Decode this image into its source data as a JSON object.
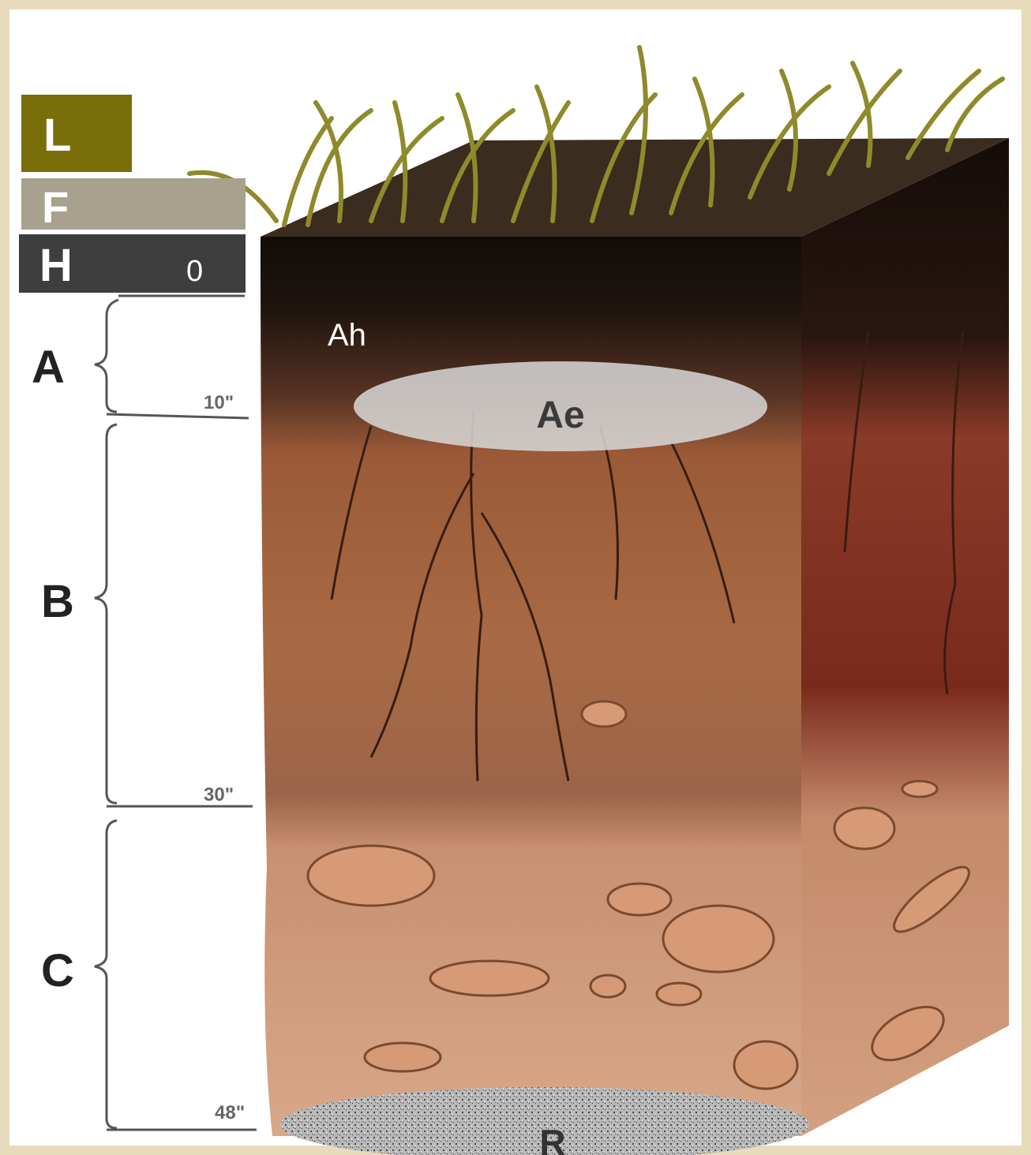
{
  "layers": {
    "L": "L",
    "F": "F",
    "H": "H",
    "H_depth": "0"
  },
  "horizons": {
    "A": "A",
    "B": "B",
    "C": "C"
  },
  "depth_markers": {
    "d10": "10\"",
    "d30": "30\"",
    "d48": "48\""
  },
  "sublabels": {
    "Ah": "Ah",
    "Ae": "Ae",
    "R": "R"
  },
  "colors": {
    "litter": "#7a6e0a",
    "fermentation": "#a8a18e",
    "humus": "#3e3e3e",
    "background": "#efe8d4"
  }
}
